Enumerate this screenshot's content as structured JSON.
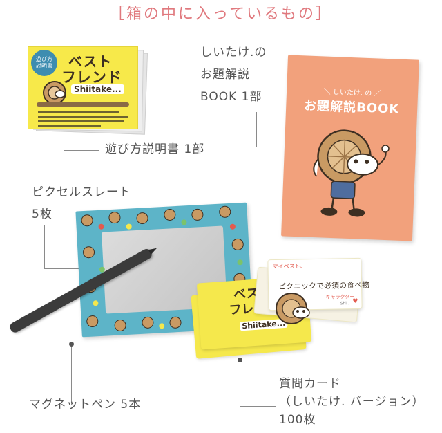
{
  "heading": "［箱の中に入っているもの］",
  "items": {
    "manual": {
      "label": "遊び方説明書 1部"
    },
    "booklet": {
      "label_lines": [
        "しいたけ.の",
        "お題解説",
        "BOOK 1部"
      ]
    },
    "slate": {
      "label_lines": [
        "ピクセルスレート",
        "5枚"
      ]
    },
    "pen": {
      "label": "マグネットペン 5本"
    },
    "cards": {
      "label_lines": [
        "質問カード",
        "（しいたけ. バージョン）",
        "100枚"
      ]
    }
  },
  "manual_cover": {
    "badge": "遊び方\n説明書",
    "logo_line1": "ベスト",
    "logo_line2": "フレンド",
    "logo_sub": "Shiitake..."
  },
  "booklet_cover": {
    "small_text": "＼ しいたけ. の ／",
    "title": "お題解説BOOK"
  },
  "question_card": {
    "header": "マイベスト、",
    "question": "ピクニックで必須の食べ物",
    "footer": "キャラクター",
    "corner": "Shii."
  },
  "colors": {
    "heading": "#e0797e",
    "manual": "#f7e94a",
    "booklet": "#f2a17c",
    "slate": "#5db4c8",
    "card": "#f5e84c"
  }
}
